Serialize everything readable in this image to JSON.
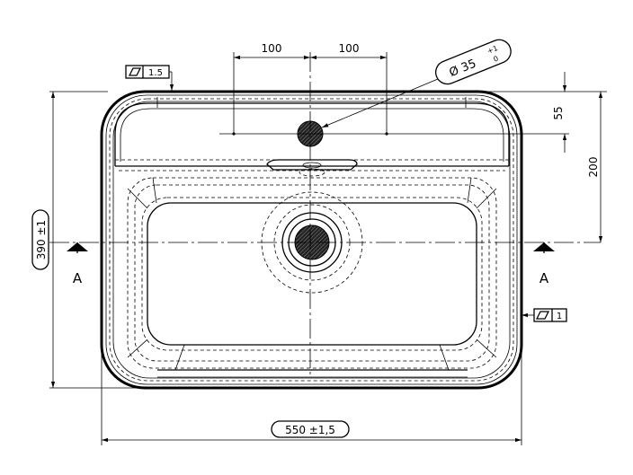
{
  "drawing": {
    "dimensions": {
      "hole_spacing_left": "100",
      "hole_spacing_right": "100",
      "hole_diameter": "Ø 35",
      "hole_tol_plus": "+1",
      "hole_tol_minus": "0",
      "depth_small": "55",
      "depth_to_center": "200",
      "overall_height": "390 ±1",
      "overall_width": "550 ±1,5"
    },
    "flatness_top": {
      "symbol": "flatness-symbol",
      "value": "1.5"
    },
    "flatness_right": {
      "symbol": "flatness-symbol",
      "value": "1"
    },
    "section_left": "A",
    "section_right": "A"
  }
}
